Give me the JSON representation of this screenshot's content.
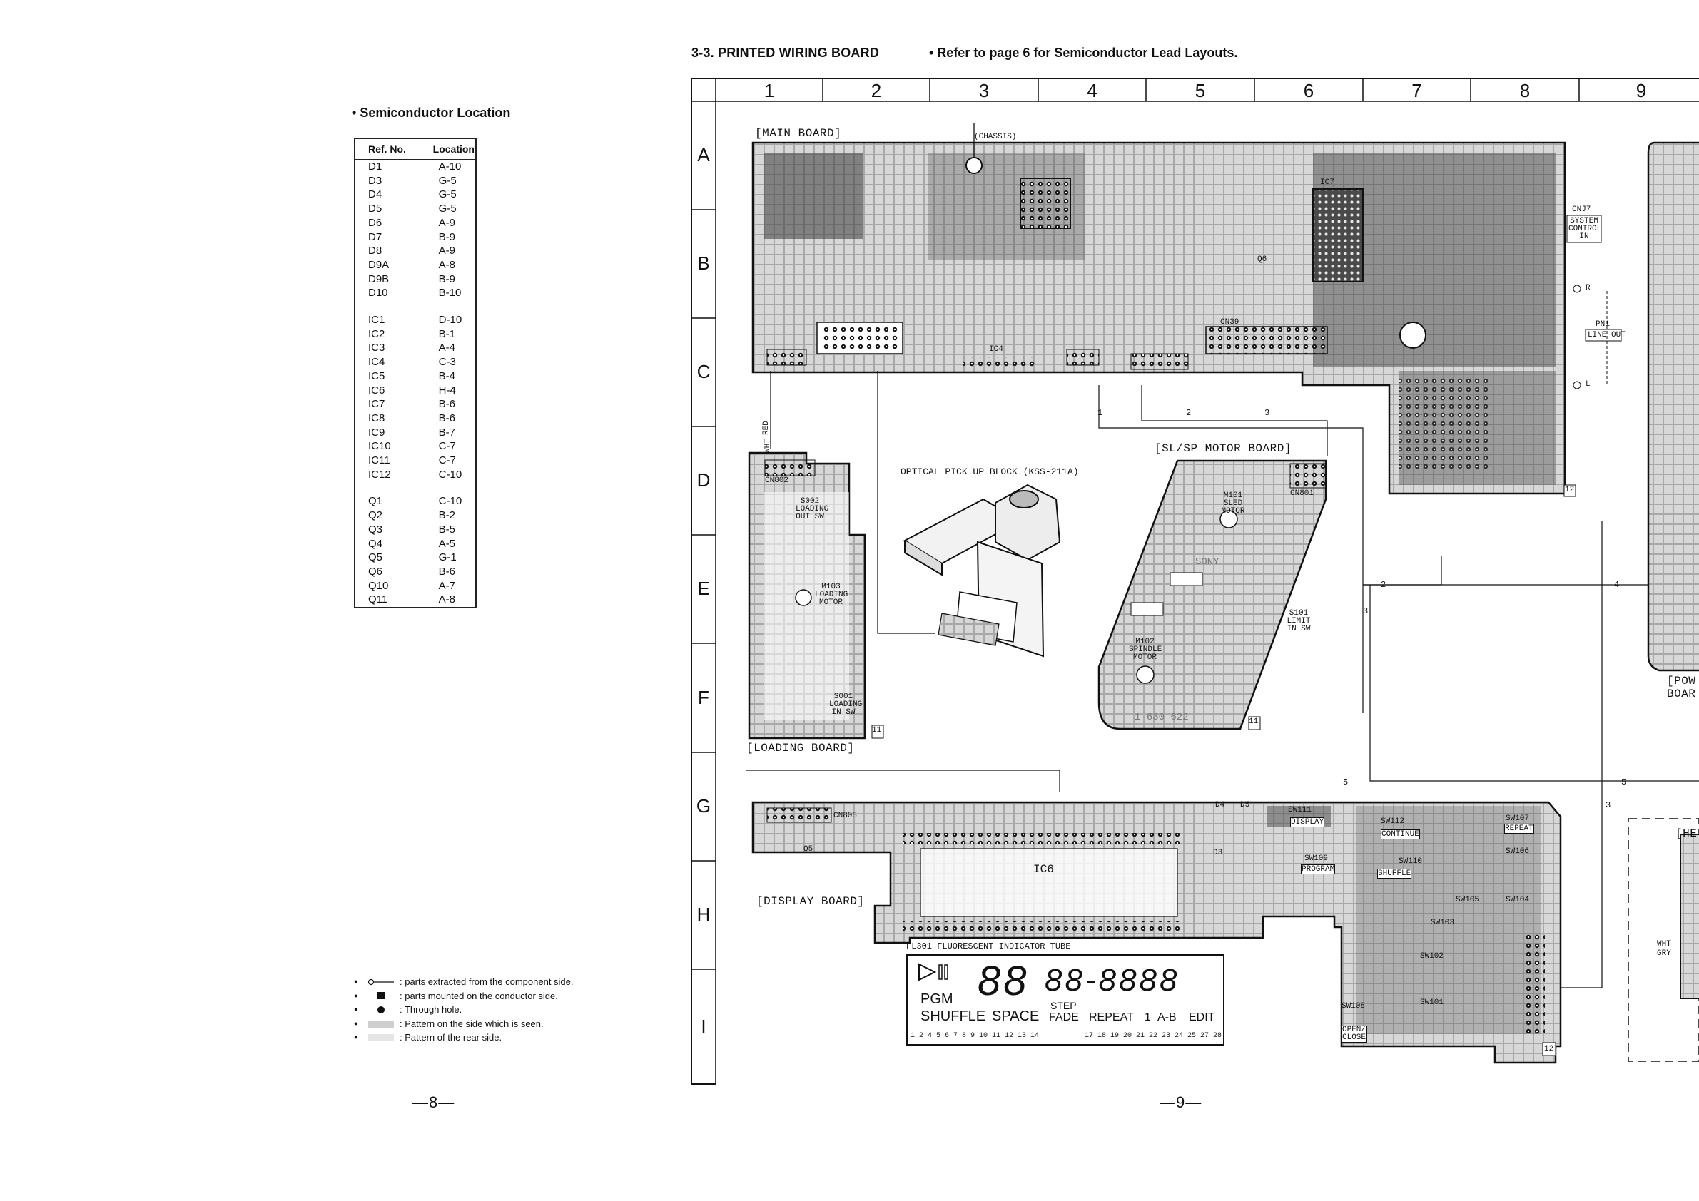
{
  "left_page": {
    "title": "Semiconductor Location",
    "table_headers": [
      "Ref. No.",
      "Location"
    ],
    "diodes": [
      [
        "D1",
        "A-10"
      ],
      [
        "D3",
        "G-5"
      ],
      [
        "D4",
        "G-5"
      ],
      [
        "D5",
        "G-5"
      ],
      [
        "D6",
        "A-9"
      ],
      [
        "D7",
        "B-9"
      ],
      [
        "D8",
        "A-9"
      ],
      [
        "D9A",
        "A-8"
      ],
      [
        "D9B",
        "B-9"
      ],
      [
        "D10",
        "B-10"
      ]
    ],
    "ics": [
      [
        "IC1",
        "D-10"
      ],
      [
        "IC2",
        "B-1"
      ],
      [
        "IC3",
        "A-4"
      ],
      [
        "IC4",
        "C-3"
      ],
      [
        "IC5",
        "B-4"
      ],
      [
        "IC6",
        "H-4"
      ],
      [
        "IC7",
        "B-6"
      ],
      [
        "IC8",
        "B-6"
      ],
      [
        "IC9",
        "B-7"
      ],
      [
        "IC10",
        "C-7"
      ],
      [
        "IC11",
        "C-7"
      ],
      [
        "IC12",
        "C-10"
      ]
    ],
    "transistors": [
      [
        "Q1",
        "C-10"
      ],
      [
        "Q2",
        "B-2"
      ],
      [
        "Q3",
        "B-5"
      ],
      [
        "Q4",
        "A-5"
      ],
      [
        "Q5",
        "G-1"
      ],
      [
        "Q6",
        "B-6"
      ],
      [
        "Q10",
        "A-7"
      ],
      [
        "Q11",
        "A-8"
      ]
    ],
    "legend": [
      ": parts extracted from the component side.",
      ": parts mounted on the conductor side.",
      ": Through hole.",
      ": Pattern on the side which is seen.",
      ": Pattern of the rear side."
    ],
    "page_number": "—8—"
  },
  "right_page": {
    "section_title": "3-3.  PRINTED WIRING BOARD",
    "section_note": "• Refer to page 6 for Semiconductor Lead Layouts.",
    "columns": [
      "1",
      "2",
      "3",
      "4",
      "5",
      "6",
      "7",
      "8",
      "9"
    ],
    "rows": [
      "A",
      "B",
      "C",
      "D",
      "E",
      "F",
      "G",
      "H",
      "I"
    ],
    "boards": {
      "main": "[MAIN BOARD]",
      "loading": "[LOADING BOARD]",
      "motor": "[SL/SP MOTOR BOARD]",
      "display": "[DISPLAY BOARD]",
      "power": "[POW BOAR",
      "head": "[HE"
    },
    "labels": {
      "chassis": "(CHASSIS)",
      "optical": "OPTICAL PICK UP BLOCK (KSS-211A)",
      "cnj7": "CNJ7",
      "system_control": "SYSTEM CONTROL IN",
      "pn1": "PN1",
      "line_out": "LINE OUT",
      "r": "R",
      "l": "L",
      "m101": "M101 SLED MOTOR",
      "m102": "M102 SPINDLE MOTOR",
      "m103": "M103 LOADING MOTOR",
      "s101": "S101 LIMIT IN SW",
      "s001": "S001 LOADING IN SW",
      "s002": "S002 LOADING OUT SW",
      "fl301": "FL301  FLUORESCENT  INDICATOR TUBE",
      "ic6": "IC6",
      "ic4": "IC4",
      "ic7": "IC7",
      "cn802": "CN802",
      "cn805": "CN805",
      "cn801": "CN801",
      "cn39": "CN39",
      "sony": "SONY",
      "pcb_no": "1 630 622",
      "q6": "Q6",
      "q5": "Q5",
      "d3": "D3",
      "d4": "D4",
      "d5": "D5",
      "sw111": "SW111",
      "display": "DISPLAY",
      "continue": "CONTINUE",
      "program": "PROGRAM",
      "shuffle": "SHUFFLE",
      "repeat": "REPEAT",
      "open_close": "OPEN/ CLOSE",
      "sw105": "SW105",
      "sw104": "SW104",
      "sw103": "SW103",
      "sw106": "SW106",
      "sw107": "SW107",
      "sw108": "SW108",
      "sw101": "SW101",
      "sw102": "SW102",
      "sw109": "SW109",
      "sw110": "SW110",
      "sw112": "SW112",
      "box11": "11",
      "box12": "12",
      "wire_wht": "WHT",
      "wire_gry": "GRY",
      "wire_red": "RED"
    },
    "vfd": {
      "pgm": "PGM",
      "shuffle": "SHUFFLE",
      "space": "SPACE",
      "step": "STEP",
      "fade": "FADE",
      "repeat": "REPEAT",
      "one": "1",
      "ab": "A-B",
      "edit": "EDIT",
      "big_digits": "88",
      "small_digits": "88-8888",
      "pins_a": "1  2     4  5  6  7  8  9  10 11 12 13 14",
      "pins_b": "17 18 19 20 21 22 23 24 25     27 28"
    },
    "connections": [
      "1",
      "2",
      "3",
      "4",
      "5"
    ],
    "page_number": "—9—"
  }
}
